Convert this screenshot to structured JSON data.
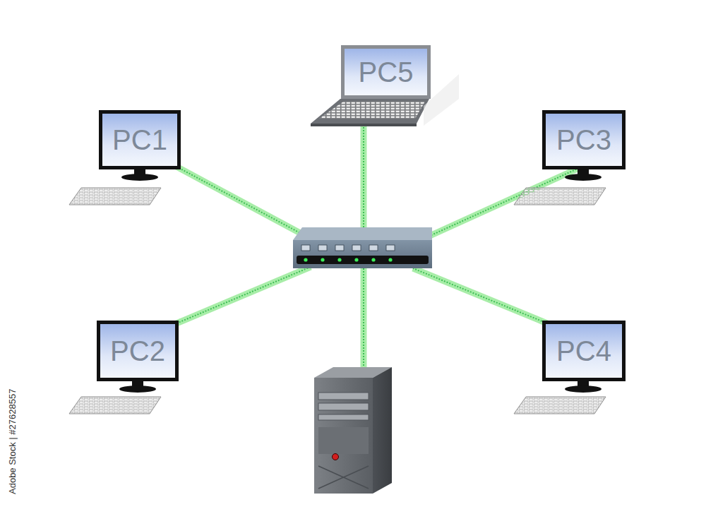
{
  "diagram": {
    "nodes": [
      {
        "text": [
          "PC5"
        ]
      },
      {
        "text": [
          "PC1"
        ]
      },
      {
        "text": [
          "PC3"
        ]
      },
      {
        "text": [
          "PC2"
        ]
      },
      {
        "text": [
          "PC4"
        ]
      }
    ],
    "labels": [
      "Adobe Stock | #27628557"
    ]
  }
}
